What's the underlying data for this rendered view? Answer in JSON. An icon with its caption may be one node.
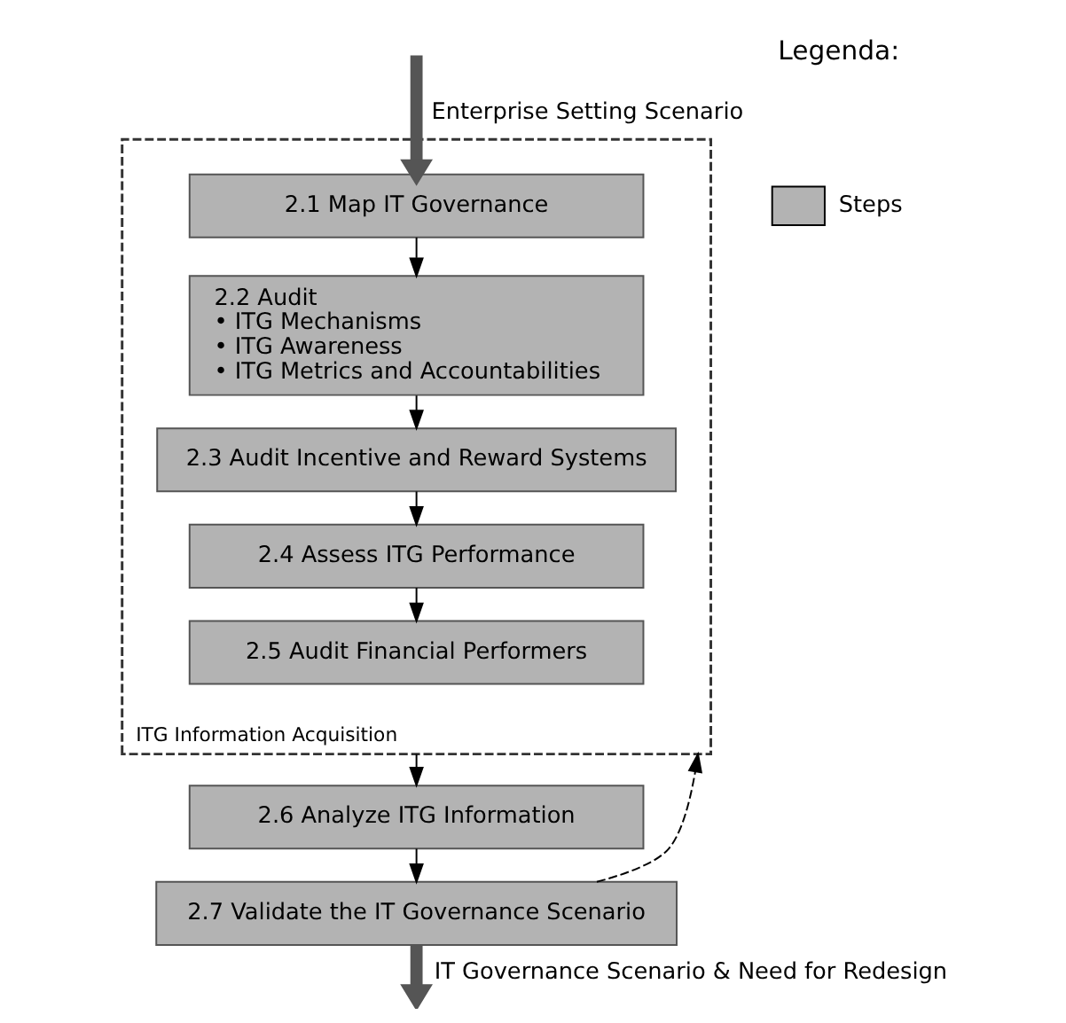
{
  "diagram": {
    "nodes": [
      {
        "text": [
          "ITG Information Acquisition"
        ]
      },
      {
        "text": [
          "2.1 Map IT Governance"
        ],
        "in": 0
      },
      {
        "text": [
          "2.2 Audit",
          "• ITG Mechanisms",
          "• ITG Awareness",
          "• ITG Metrics and Accountabilities"
        ],
        "in": 0
      },
      {
        "text": [
          "2.3 Audit Incentive and Reward Systems"
        ],
        "in": 0
      },
      {
        "text": [
          "2.4 Assess ITG Performance"
        ],
        "in": 0
      },
      {
        "text": [
          "2.5 Audit Financial Performers"
        ],
        "in": 0
      },
      {
        "text": [
          "2.6 Analyze ITG Information"
        ]
      },
      {
        "text": [
          "2.7 Validate the IT Governance Scenario"
        ]
      }
    ],
    "edges": [
      {
        "from": null,
        "to": 1,
        "arrow": "to",
        "style": "thick",
        "label": "Enterprise Setting Scenario"
      },
      {
        "from": 1,
        "to": 2,
        "arrow": "to"
      },
      {
        "from": 2,
        "to": 3,
        "arrow": "to"
      },
      {
        "from": 3,
        "to": 4,
        "arrow": "to"
      },
      {
        "from": 4,
        "to": 5,
        "arrow": "to"
      },
      {
        "from": 0,
        "to": 6,
        "arrow": "to"
      },
      {
        "from": 6,
        "to": 7,
        "arrow": "to"
      },
      {
        "from": 7,
        "to": 0,
        "arrow": "to",
        "style": "dashed"
      },
      {
        "from": 7,
        "to": null,
        "arrow": "to",
        "style": "thick",
        "label": "IT Governance Scenario & Need for Redesign"
      }
    ],
    "labels": [
      "Legenda:"
    ],
    "legend": [
      {
        "text": "Steps",
        "color": "#b3b3b3"
      }
    ]
  }
}
